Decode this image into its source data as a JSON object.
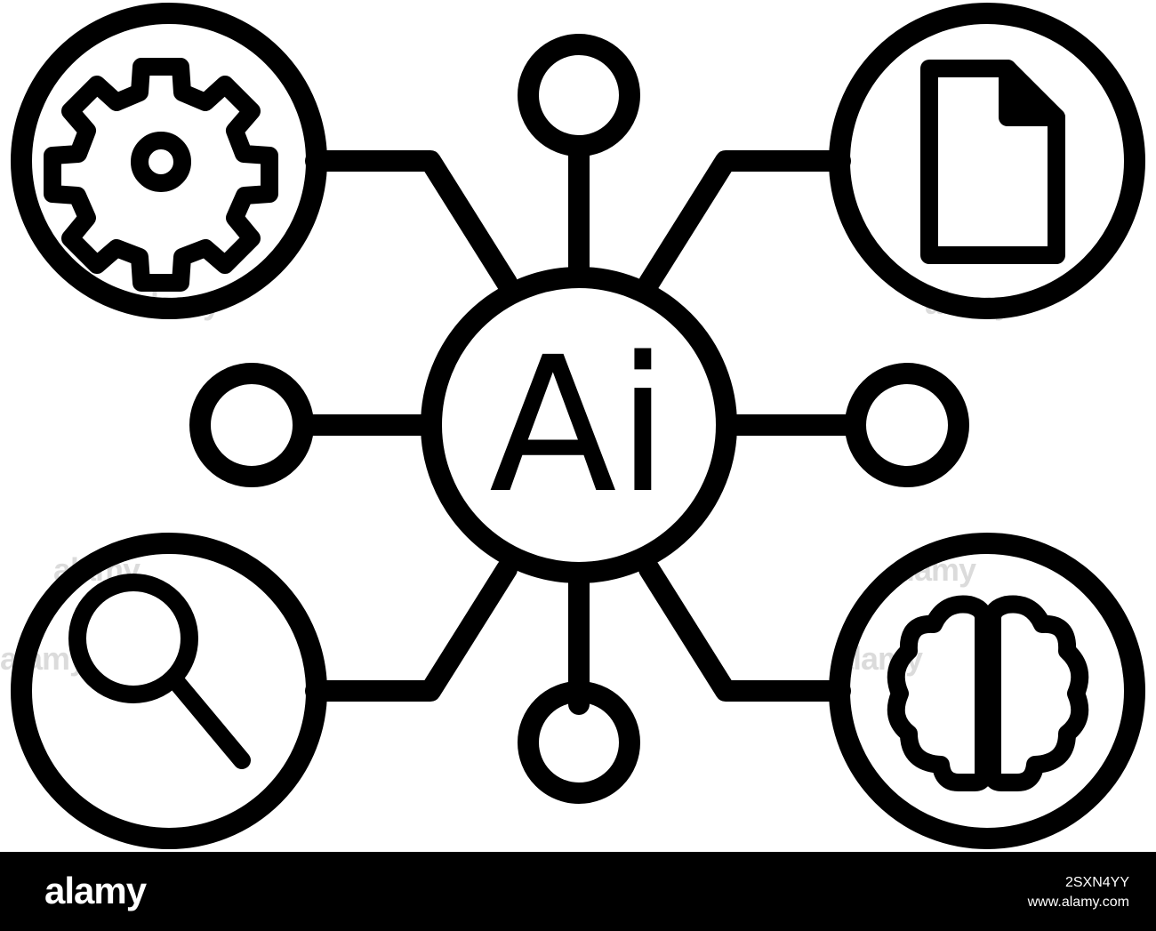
{
  "diagram": {
    "center_label": "Ai",
    "stroke_color": "#000000",
    "background_color": "#ffffff",
    "icons": [
      "gear-icon",
      "document-icon",
      "magnifier-icon",
      "brain-icon"
    ]
  },
  "watermark": {
    "text": "alamy"
  },
  "footer": {
    "logo": "alamy",
    "image_id": "2SXN4YY",
    "site": "www.alamy.com",
    "background_color": "#000000",
    "text_color": "#ffffff"
  }
}
